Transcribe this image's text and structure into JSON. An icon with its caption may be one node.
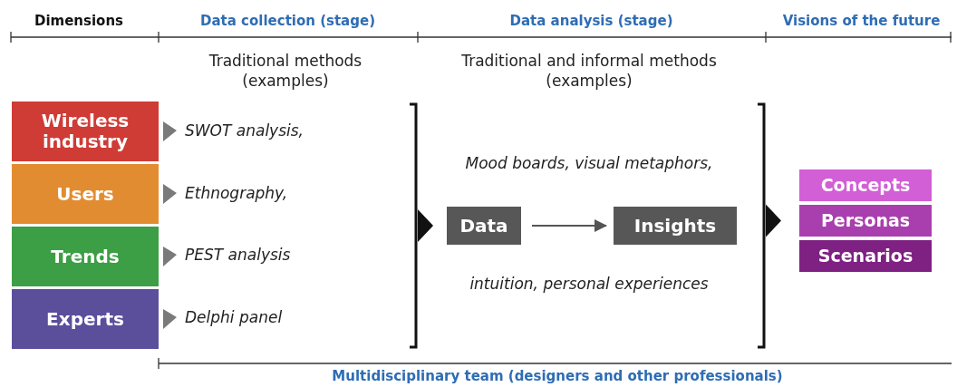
{
  "diagram": {
    "nodes": [
      {
        "text": [
          "Wireless industry"
        ]
      },
      {
        "text": [
          "Users"
        ]
      },
      {
        "text": [
          "Trends"
        ]
      },
      {
        "text": [
          "Experts"
        ]
      },
      {
        "text": [
          "SWOT analysis,"
        ]
      },
      {
        "text": [
          "Ethnography,"
        ]
      },
      {
        "text": [
          "PEST analysis"
        ]
      },
      {
        "text": [
          "Delphi panel"
        ]
      },
      {
        "text": [
          "Data"
        ]
      },
      {
        "text": [
          "Insights"
        ]
      },
      {
        "text": [
          "Concepts"
        ]
      },
      {
        "text": [
          "Personas"
        ]
      },
      {
        "text": [
          "Scenarios"
        ]
      }
    ],
    "edges": [
      {
        "from": 0,
        "to": 4,
        "arrow": "to"
      },
      {
        "from": 1,
        "to": 5,
        "arrow": "to"
      },
      {
        "from": 2,
        "to": 6,
        "arrow": "to"
      },
      {
        "from": 3,
        "to": 7,
        "arrow": "to"
      },
      {
        "from": null,
        "to": 8,
        "arrow": "to"
      },
      {
        "from": 8,
        "to": 9,
        "arrow": "to"
      },
      {
        "from": null,
        "to": 11,
        "arrow": "to"
      }
    ],
    "labels": [
      "Dimensions",
      "Data collection (stage)",
      "Data analysis (stage)",
      "Visions of the future",
      "Traditional methods (examples)",
      "Traditional and informal methods (examples)",
      "Mood boards, visual metaphors,",
      "intuition, personal experiences",
      "Multidisciplinary team (designers and other professionals)"
    ]
  }
}
